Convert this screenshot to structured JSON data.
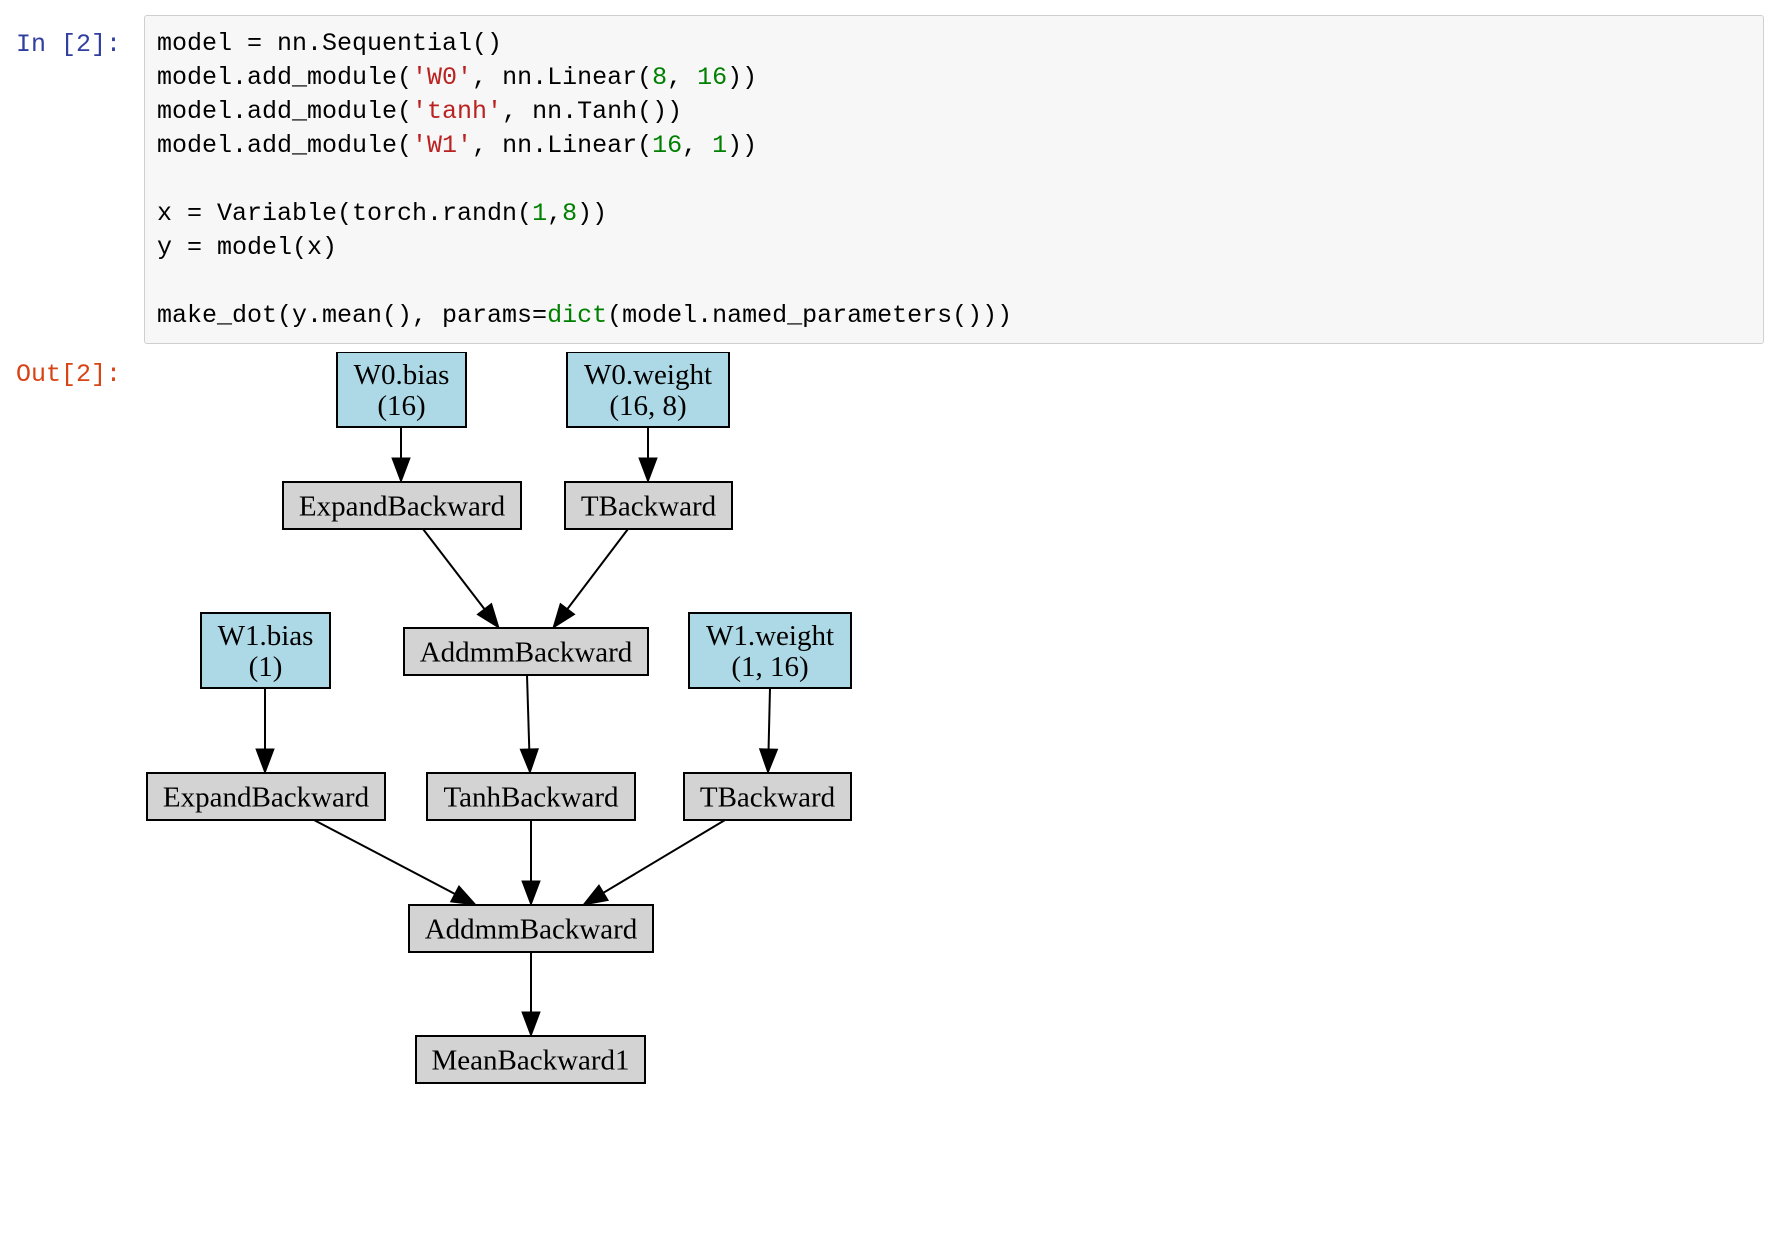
{
  "cell": {
    "in_prompt": "In [2]:",
    "out_prompt": "Out[2]:",
    "code_lines": [
      [
        {
          "t": "model = nn.Sequential()",
          "c": "plain"
        }
      ],
      [
        {
          "t": "model.add_module(",
          "c": "plain"
        },
        {
          "t": "'W0'",
          "c": "str"
        },
        {
          "t": ", nn.Linear(",
          "c": "plain"
        },
        {
          "t": "8",
          "c": "num"
        },
        {
          "t": ", ",
          "c": "plain"
        },
        {
          "t": "16",
          "c": "num"
        },
        {
          "t": "))",
          "c": "plain"
        }
      ],
      [
        {
          "t": "model.add_module(",
          "c": "plain"
        },
        {
          "t": "'tanh'",
          "c": "str"
        },
        {
          "t": ", nn.Tanh())",
          "c": "plain"
        }
      ],
      [
        {
          "t": "model.add_module(",
          "c": "plain"
        },
        {
          "t": "'W1'",
          "c": "str"
        },
        {
          "t": ", nn.Linear(",
          "c": "plain"
        },
        {
          "t": "16",
          "c": "num"
        },
        {
          "t": ", ",
          "c": "plain"
        },
        {
          "t": "1",
          "c": "num"
        },
        {
          "t": "))",
          "c": "plain"
        }
      ],
      [],
      [
        {
          "t": "x = Variable(torch.randn(",
          "c": "plain"
        },
        {
          "t": "1",
          "c": "num"
        },
        {
          "t": ",",
          "c": "plain"
        },
        {
          "t": "8",
          "c": "num"
        },
        {
          "t": "))",
          "c": "plain"
        }
      ],
      [
        {
          "t": "y = model(x)",
          "c": "plain"
        }
      ],
      [],
      [
        {
          "t": "make_dot(y.mean(), params=",
          "c": "plain"
        },
        {
          "t": "dict",
          "c": "builtin"
        },
        {
          "t": "(model.named_parameters()))",
          "c": "plain"
        }
      ]
    ]
  },
  "graph": {
    "colors": {
      "param_fill": "#add8e6",
      "op_fill": "#d3d3d3",
      "stroke": "#000000"
    },
    "nodes": [
      {
        "id": "w0_bias",
        "kind": "param",
        "lines": [
          "W0.bias",
          "(16)"
        ]
      },
      {
        "id": "w0_weight",
        "kind": "param",
        "lines": [
          "W0.weight",
          "(16, 8)"
        ]
      },
      {
        "id": "expand_0",
        "kind": "op",
        "lines": [
          "ExpandBackward"
        ]
      },
      {
        "id": "t_0",
        "kind": "op",
        "lines": [
          "TBackward"
        ]
      },
      {
        "id": "w1_bias",
        "kind": "param",
        "lines": [
          "W1.bias",
          "(1)"
        ]
      },
      {
        "id": "addmm_0",
        "kind": "op",
        "lines": [
          "AddmmBackward"
        ]
      },
      {
        "id": "w1_weight",
        "kind": "param",
        "lines": [
          "W1.weight",
          "(1, 16)"
        ]
      },
      {
        "id": "expand_1",
        "kind": "op",
        "lines": [
          "ExpandBackward"
        ]
      },
      {
        "id": "tanh",
        "kind": "op",
        "lines": [
          "TanhBackward"
        ]
      },
      {
        "id": "t_1",
        "kind": "op",
        "lines": [
          "TBackward"
        ]
      },
      {
        "id": "addmm_1",
        "kind": "op",
        "lines": [
          "AddmmBackward"
        ]
      },
      {
        "id": "mean",
        "kind": "op",
        "lines": [
          "MeanBackward1"
        ]
      }
    ],
    "edges": [
      {
        "from": "w0_bias",
        "to": "expand_0"
      },
      {
        "from": "w0_weight",
        "to": "t_0"
      },
      {
        "from": "expand_0",
        "to": "addmm_0"
      },
      {
        "from": "t_0",
        "to": "addmm_0"
      },
      {
        "from": "w1_bias",
        "to": "expand_1"
      },
      {
        "from": "addmm_0",
        "to": "tanh"
      },
      {
        "from": "w1_weight",
        "to": "t_1"
      },
      {
        "from": "expand_1",
        "to": "addmm_1"
      },
      {
        "from": "tanh",
        "to": "addmm_1"
      },
      {
        "from": "t_1",
        "to": "addmm_1"
      },
      {
        "from": "addmm_1",
        "to": "mean"
      }
    ]
  }
}
